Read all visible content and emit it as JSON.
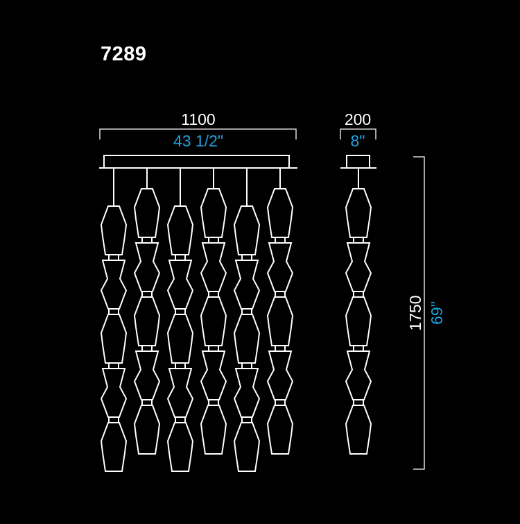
{
  "model_code": "7289",
  "dimensions": {
    "width_mm": "1100",
    "width_in": "43 1/2\"",
    "depth_mm": "200",
    "depth_in": "8\"",
    "height_mm": "1750",
    "height_in": "69\""
  },
  "colors": {
    "background": "#000000",
    "line": "#ffffff",
    "imperial_text": "#1fa2e0"
  },
  "front_view": {
    "strands": [
      {
        "pendants": 5
      },
      {
        "pendants": 5
      },
      {
        "pendants": 5
      },
      {
        "pendants": 5
      },
      {
        "pendants": 5
      },
      {
        "pendants": 5
      }
    ]
  },
  "side_view": {
    "pendants": 5
  }
}
